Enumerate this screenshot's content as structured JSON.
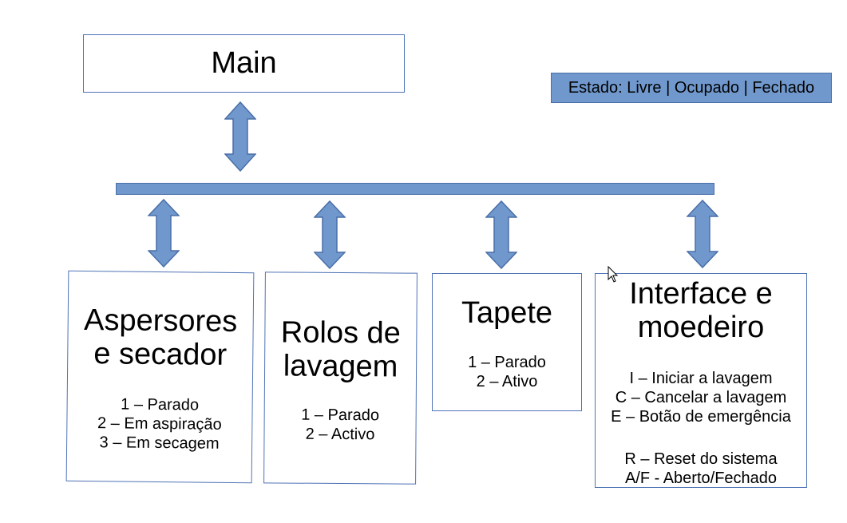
{
  "main": {
    "title": "Main"
  },
  "status": {
    "text": "Estado: Livre | Ocupado | Fechado"
  },
  "modules": [
    {
      "title_lines": [
        "Aspersores",
        "e secador"
      ],
      "lines": [
        "1 – Parado",
        "2 – Em aspiração",
        "3 – Em secagem"
      ]
    },
    {
      "title_lines": [
        "Rolos de",
        "lavagem"
      ],
      "lines": [
        "1 – Parado",
        "2 – Activo"
      ]
    },
    {
      "title_lines": [
        "Tapete"
      ],
      "lines": [
        "1 – Parado",
        "2 – Ativo"
      ]
    },
    {
      "title_lines": [
        "Interface e",
        "moedeiro"
      ],
      "lines": [
        "I – Iniciar a lavagem",
        "C – Cancelar a lavagem",
        "E – Botão de emergência",
        "",
        "R – Reset do sistema",
        "A/F - Aberto/Fechado"
      ]
    }
  ],
  "colors": {
    "accent_fill": "#7098cd",
    "accent_border": "#4f73b6"
  }
}
